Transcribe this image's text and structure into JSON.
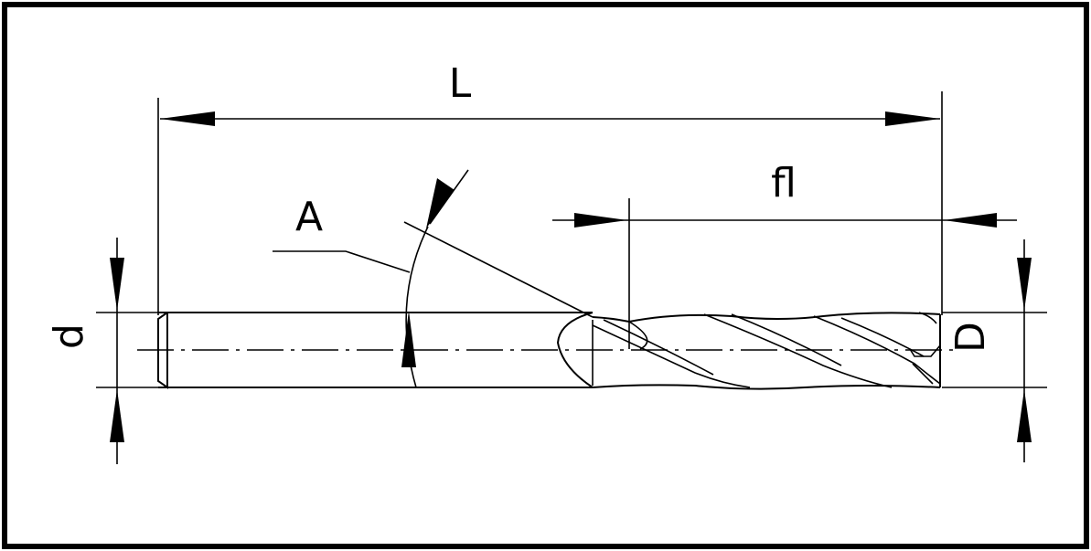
{
  "diagram": {
    "labels": {
      "overall_length": "L",
      "flute_length": "fl",
      "helix_angle": "A",
      "shank_diameter": "d",
      "cutting_diameter": "D"
    },
    "colors": {
      "line": "#000000",
      "background": "#ffffff"
    }
  }
}
